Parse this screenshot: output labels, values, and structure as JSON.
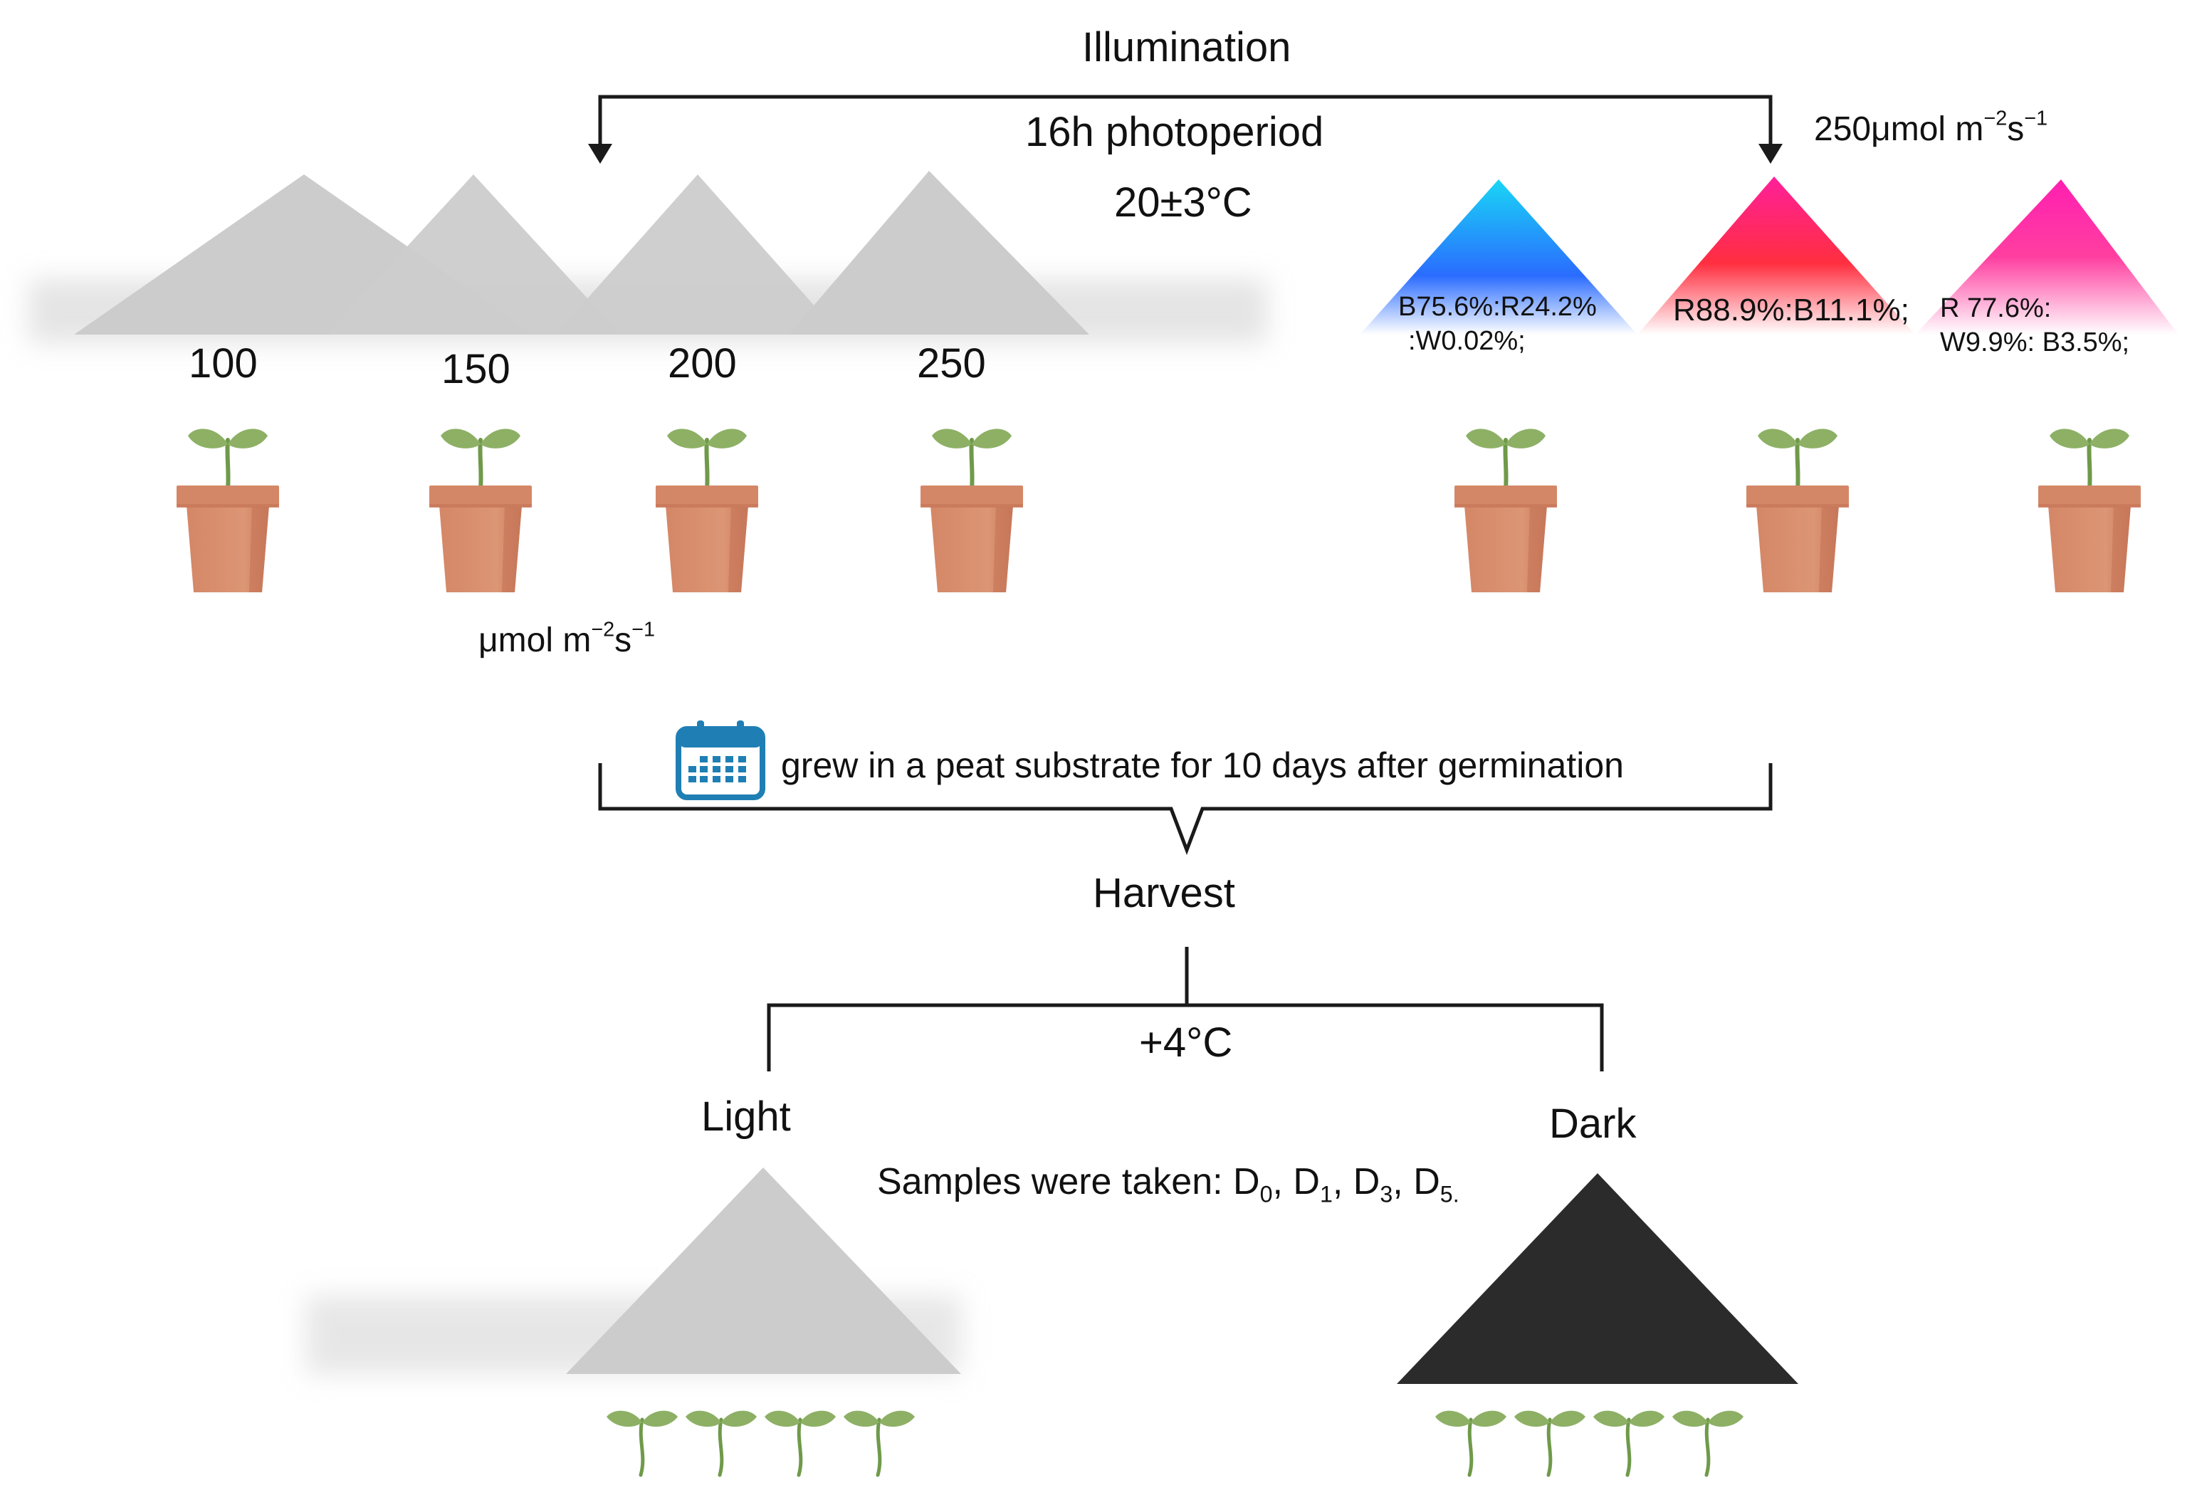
{
  "illumination": {
    "title": "Illumination",
    "photoperiod": "16h photoperiod",
    "temperature": "20±3°C",
    "intensity_unit_prefix": "μmol m",
    "intensity_unit_exp1": "−2",
    "intensity_unit_mid": "s",
    "intensity_unit_exp2": "−1",
    "white_light": {
      "levels": [
        "100",
        "150",
        "200",
        "250"
      ],
      "color": "#cccccc"
    },
    "led_light": {
      "intensity_value": "250μmol m",
      "intensity_exp1": "−2",
      "intensity_mid": "s",
      "intensity_exp2": "−1",
      "spectra": [
        {
          "line1": "B75.6%:R24.2%",
          "line2": ":W0.02%;",
          "top_color": "#19d6f5",
          "bottom_color": "#2a6cff"
        },
        {
          "line1": "R88.9%:B11.1%;",
          "line2": "",
          "top_color": "#ff1f9a",
          "bottom_color": "#ff2f40"
        },
        {
          "line1": "R 77.6%:",
          "line2": "W9.9%: B3.5%;",
          "top_color": "#ff1fb1",
          "bottom_color": "#ff3fa0"
        }
      ]
    }
  },
  "growth": {
    "icon": "calendar-icon",
    "text": "grew in a peat substrate for 10 days after germination"
  },
  "harvest": {
    "label": "Harvest",
    "cold_temperature": "+4°C",
    "light_label": "Light",
    "dark_label": "Dark",
    "samples_prefix": "Samples were taken: D",
    "samples": [
      "0",
      "1",
      "3",
      "5"
    ],
    "light_color": "#cccccc",
    "dark_color": "#2b2b2b"
  },
  "colors": {
    "pot": "#d9906e",
    "pot_shadow": "#c7785a",
    "pot_rim": "#d48767",
    "seedling_leaf": "#8db065",
    "seedling_stem": "#6f9a4a",
    "calendar": "#1f7fb4",
    "line": "#1a1a1a"
  }
}
